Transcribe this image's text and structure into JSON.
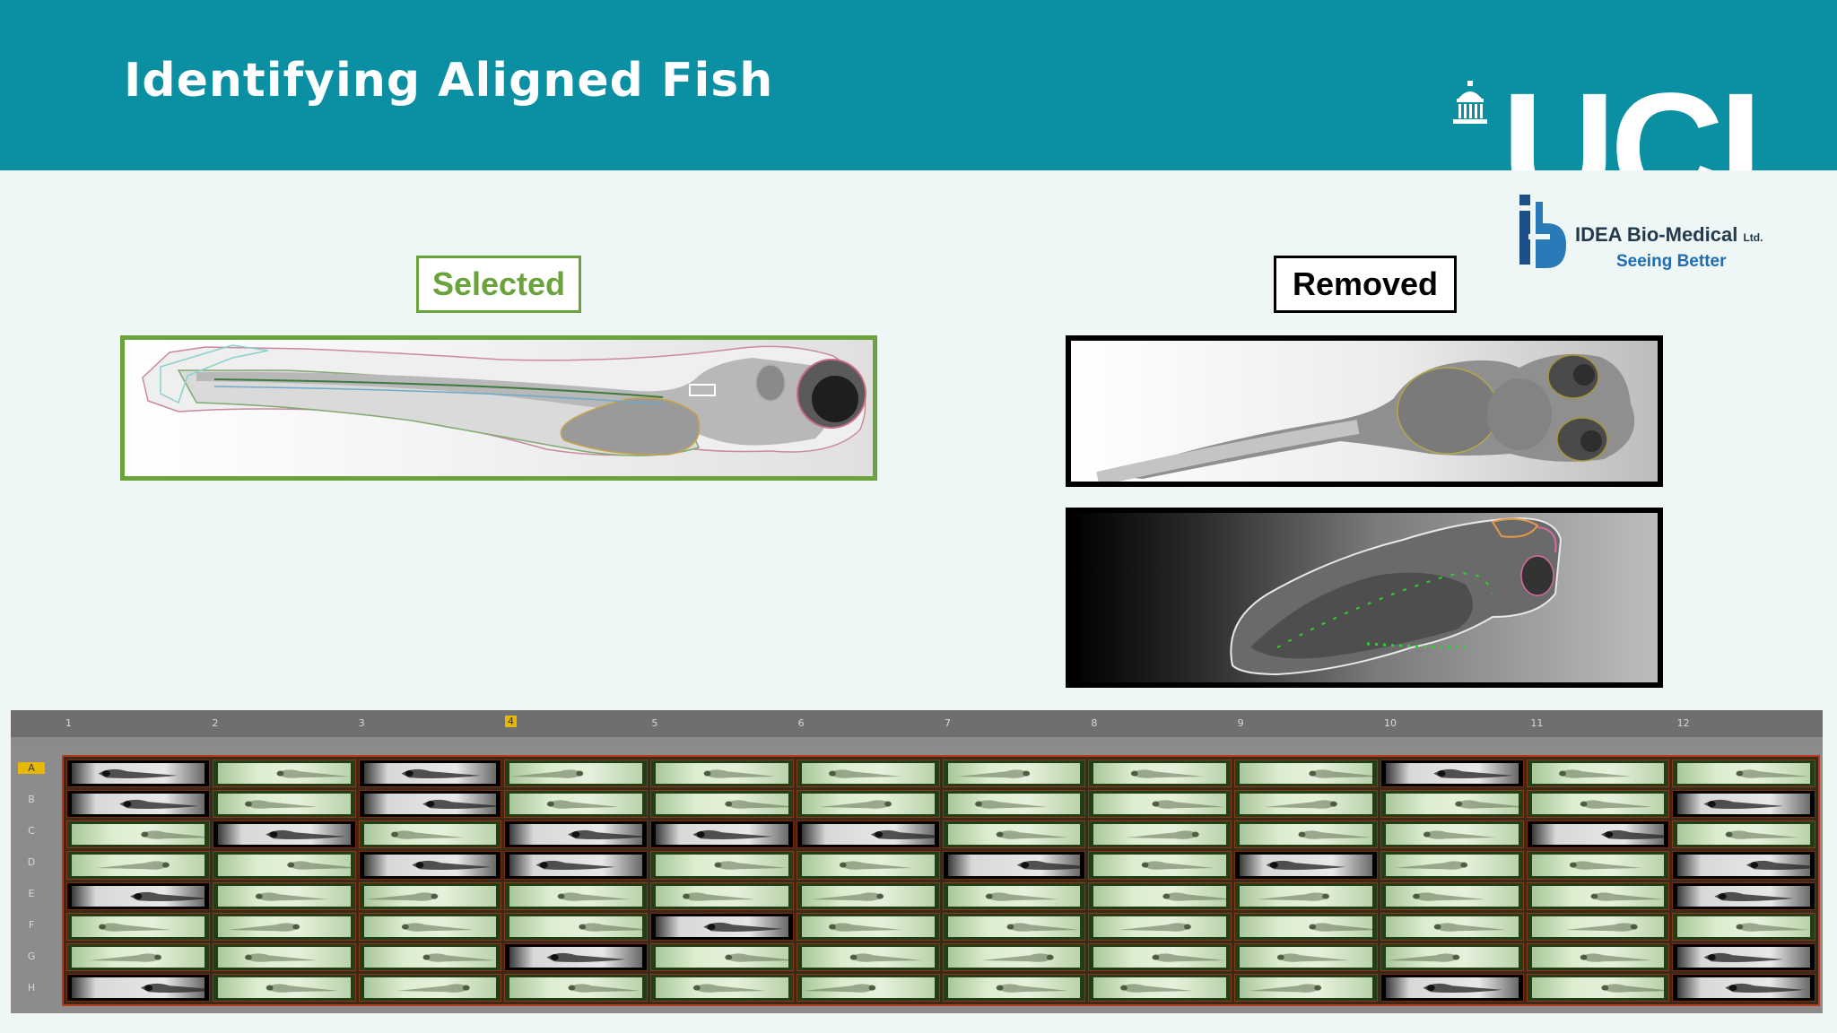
{
  "slide": {
    "title": "Identifying Aligned Fish",
    "header_color": "#0b8fa3"
  },
  "ucl_logo": {
    "text": "UCL",
    "icon": "portico-dome-icon"
  },
  "idea_logo": {
    "name": "IDEA Bio-Medical",
    "ltd": "Ltd.",
    "tagline": "Seeing Better",
    "icon": "ib-logo-icon"
  },
  "selected": {
    "label": "Selected",
    "color": "#6aa33c"
  },
  "removed": {
    "label": "Removed",
    "color": "#000000"
  },
  "plate": {
    "columns": [
      "1",
      "2",
      "3",
      "4",
      "5",
      "6",
      "7",
      "8",
      "9",
      "10",
      "11",
      "12"
    ],
    "rows": [
      "A",
      "B",
      "C",
      "D",
      "E",
      "F",
      "G",
      "H"
    ],
    "selected_column": "4",
    "selected_row": "A",
    "removed_wells": [
      "A1",
      "A3",
      "A10",
      "B1",
      "B3",
      "B12",
      "C2",
      "C4",
      "C5",
      "C6",
      "C11",
      "D3",
      "D4",
      "D7",
      "D9",
      "D12",
      "E1",
      "E12",
      "F5",
      "G4",
      "G12",
      "H1",
      "H10",
      "H12"
    ],
    "aligned_color": "#dcedd0",
    "removed_color": "#000000"
  }
}
